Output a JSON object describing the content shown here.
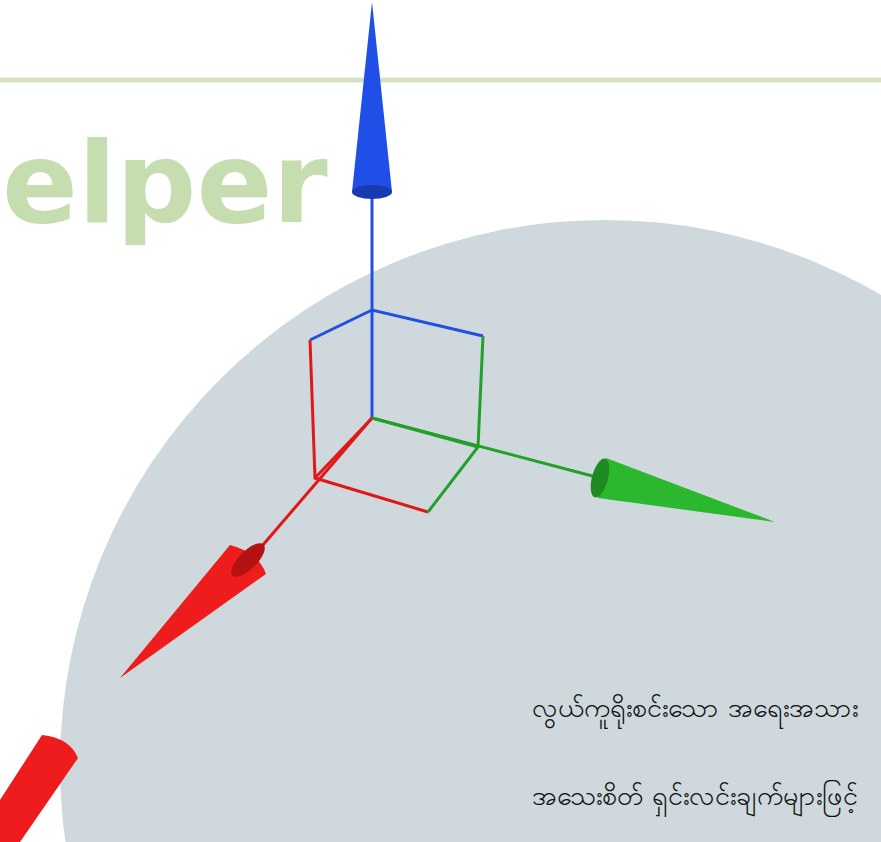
{
  "diagram": {
    "labels": [
      "elper",
      "လွယ်ကူရိုးစင်းသော အရေးအသား",
      "အသေးစိတ် ရှင်းလင်းချက်များဖြင့်"
    ]
  }
}
